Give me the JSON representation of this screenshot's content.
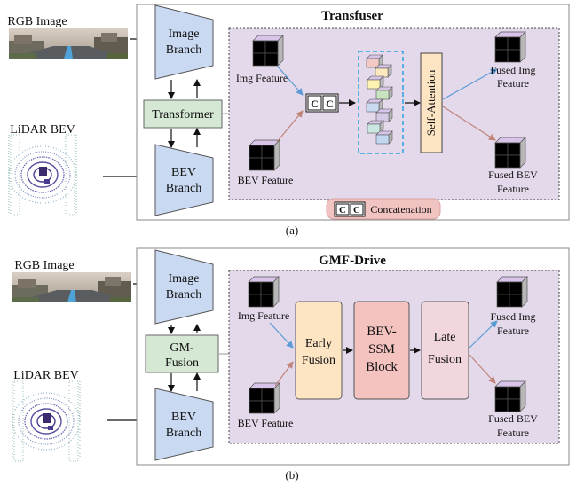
{
  "panel_a": {
    "title": "Transfuser",
    "caption": "(a)",
    "rgb_label": "RGB Image",
    "lidar_label": "LiDAR BEV",
    "image_branch": [
      "Image",
      "Branch"
    ],
    "bev_branch": [
      "BEV",
      "Branch"
    ],
    "center_block": "Transformer",
    "img_feature": "Img Feature",
    "bev_feature": "BEV Feature",
    "concat_glyph": "C",
    "attention": "Self-Attention",
    "fused_img": [
      "Fused Img",
      "Feature"
    ],
    "fused_bev": [
      "Fused BEV",
      "Feature"
    ],
    "legend_text": "Concatenation"
  },
  "panel_b": {
    "title": "GMF-Drive",
    "caption": "(b)",
    "rgb_label": "RGB Image",
    "lidar_label": "LiDAR BEV",
    "image_branch": [
      "Image",
      "Branch"
    ],
    "bev_branch": [
      "BEV",
      "Branch"
    ],
    "center_block": [
      "GM-",
      "Fusion"
    ],
    "img_feature": "Img Feature",
    "bev_feature": "BEV Feature",
    "early_fusion": [
      "Early",
      "Fusion"
    ],
    "bev_ssm": [
      "BEV-",
      "SSM",
      "Block"
    ],
    "late_fusion": [
      "Late",
      "Fusion"
    ],
    "fused_img": [
      "Fused Img",
      "Feature"
    ],
    "fused_bev": [
      "Fused BEV",
      "Feature"
    ]
  },
  "colors": {
    "branch_fill": "#c9d9f2",
    "block_green": "#d5e8d4",
    "panel_purple": "#e4d9ea",
    "attention_fill": "#fde5c4",
    "early_fusion_fill": "#fde5c4",
    "ssm_fill": "#f4c2bf",
    "late_fusion_fill": "#f1d7dd",
    "legend_fill": "#f2c4c1",
    "arrow_blue": "#5b9bd5",
    "arrow_red": "#c0847a",
    "dashed_box": "#29a3e0"
  },
  "icons": [
    "street-photo",
    "lidar-scan",
    "feature-cube",
    "concat-icon"
  ]
}
